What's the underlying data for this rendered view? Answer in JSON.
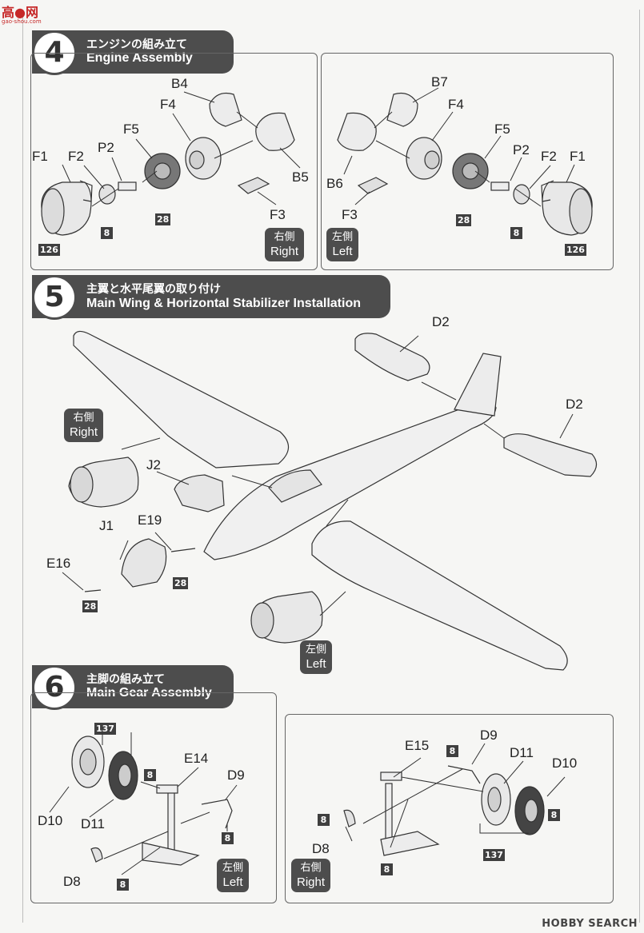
{
  "watermark_top": {
    "text": "高●网",
    "sub": "gao-shou.com"
  },
  "watermark_bottom": "HOBBY SEARCH",
  "step4": {
    "number": "4",
    "title_jp": "エンジンの組み立て",
    "title_en": "Engine Assembly",
    "right_panel": {
      "labels": [
        "F1",
        "F2",
        "P2",
        "F5",
        "F4",
        "B4",
        "B5",
        "F3"
      ],
      "numbers": [
        "126",
        "8",
        "28"
      ],
      "side_jp": "右側",
      "side_en": "Right"
    },
    "left_panel": {
      "labels": [
        "B7",
        "F4",
        "F5",
        "P2",
        "F2",
        "F1",
        "B6",
        "F3"
      ],
      "numbers": [
        "28",
        "8",
        "126"
      ],
      "side_jp": "左側",
      "side_en": "Left"
    }
  },
  "step5": {
    "number": "5",
    "title_jp": "主翼と水平尾翼の取り付け",
    "title_en": "Main Wing & Horizontal Stabilizer Installation",
    "labels": [
      "D2",
      "D2",
      "J2",
      "J1",
      "E19",
      "E16"
    ],
    "numbers": [
      "28",
      "28"
    ],
    "right_tag": {
      "jp": "右側",
      "en": "Right"
    },
    "left_tag": {
      "jp": "左側",
      "en": "Left"
    }
  },
  "step6": {
    "number": "6",
    "title_jp": "主脚の組み立て",
    "title_en": "Main Gear Assembly",
    "left_panel": {
      "labels": [
        "D10",
        "D11",
        "E14",
        "D9",
        "D8"
      ],
      "numbers": [
        "137",
        "8",
        "8",
        "8"
      ],
      "side_jp": "左側",
      "side_en": "Left"
    },
    "right_panel": {
      "labels": [
        "E15",
        "D9",
        "D11",
        "D10",
        "D8"
      ],
      "numbers": [
        "8",
        "8",
        "8",
        "8",
        "137"
      ],
      "side_jp": "右側",
      "side_en": "Right"
    }
  }
}
